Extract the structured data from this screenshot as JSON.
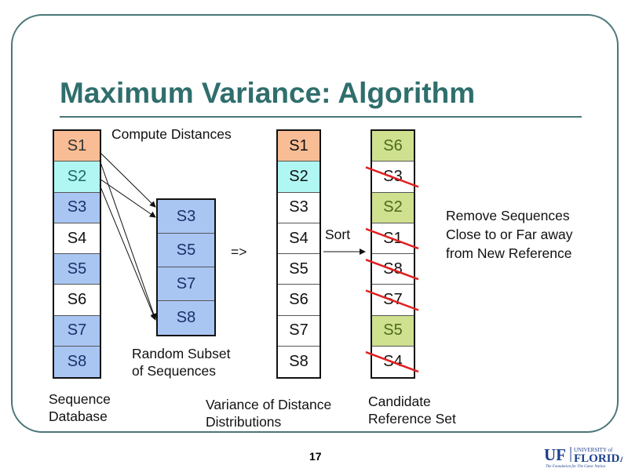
{
  "title": "Maximum Variance: Algorithm",
  "labels": {
    "compute": "Compute Distances",
    "random_subset": "Random Subset\nof Sequences",
    "arrow_implies": "=>",
    "sort": "Sort",
    "remove": "Remove Sequences\nClose to or Far away\nfrom New Reference",
    "database": "Sequence\nDatabase",
    "variance": "Variance of Distance\nDistributions",
    "candidate": "Candidate\nReference Set"
  },
  "database": [
    {
      "t": "S1",
      "c": "#f9bd95",
      "f": "#333"
    },
    {
      "t": "S2",
      "c": "#b0f7f4",
      "f": "#1c6a66"
    },
    {
      "t": "S3",
      "c": "#a9c6f3",
      "f": "#1c2f6a"
    },
    {
      "t": "S4",
      "c": "#ffffff",
      "f": "#111"
    },
    {
      "t": "S5",
      "c": "#a9c6f3",
      "f": "#1c2f6a"
    },
    {
      "t": "S6",
      "c": "#ffffff",
      "f": "#111"
    },
    {
      "t": "S7",
      "c": "#a9c6f3",
      "f": "#1c2f6a"
    },
    {
      "t": "S8",
      "c": "#a9c6f3",
      "f": "#1c2f6a"
    }
  ],
  "subset": [
    "S3",
    "S5",
    "S7",
    "S8"
  ],
  "variance": [
    {
      "t": "S1",
      "c": "#f9bd95"
    },
    {
      "t": "S2",
      "c": "#b0f7f4"
    },
    {
      "t": "S3",
      "c": "#fff"
    },
    {
      "t": "S4",
      "c": "#fff"
    },
    {
      "t": "S5",
      "c": "#fff"
    },
    {
      "t": "S6",
      "c": "#fff"
    },
    {
      "t": "S7",
      "c": "#fff"
    },
    {
      "t": "S8",
      "c": "#fff"
    }
  ],
  "candidate": [
    {
      "t": "S6",
      "keep": true
    },
    {
      "t": "S3",
      "keep": false
    },
    {
      "t": "S2",
      "keep": true
    },
    {
      "t": "S1",
      "keep": false
    },
    {
      "t": "S8",
      "keep": false
    },
    {
      "t": "S7",
      "keep": false
    },
    {
      "t": "S5",
      "keep": true
    },
    {
      "t": "S4",
      "keep": false
    }
  ],
  "page_number": "17",
  "logo": {
    "uf": "UF",
    "university": "UNIVERSITY of",
    "florida": "FLORIDA",
    "tagline": "The Foundation for The Gator Nation"
  },
  "colors": {
    "accent": "#2f6e6c",
    "keep": "#cfe08f",
    "strike": "#e02020"
  }
}
